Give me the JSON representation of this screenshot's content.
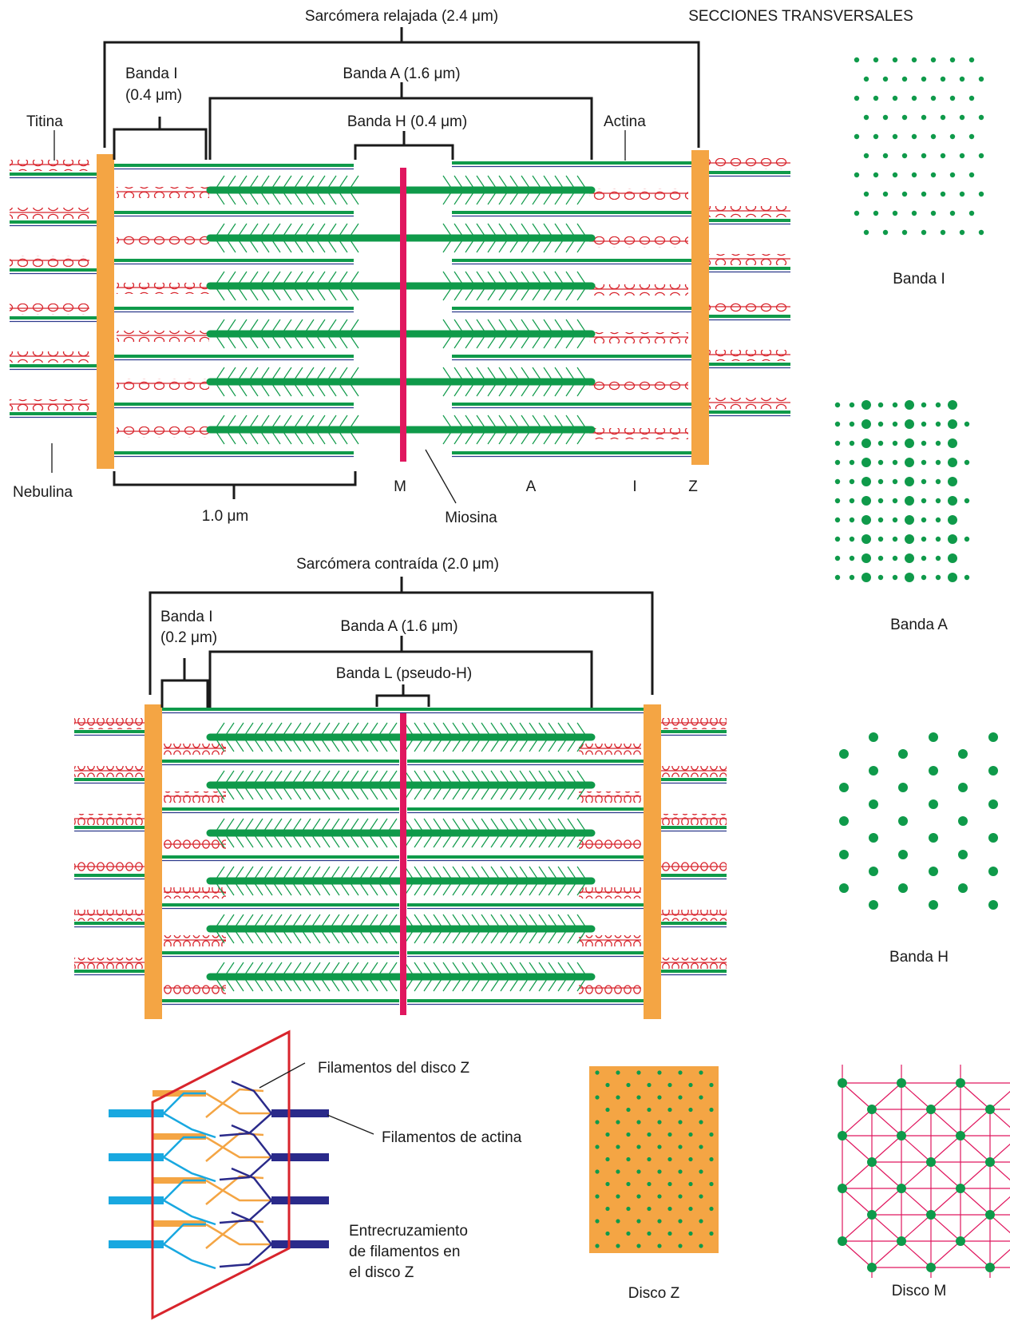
{
  "relaxed": {
    "title": "Sarcómera relajada (2.4 μm)",
    "band_i_line1": "Banda I",
    "band_i_line2": "(0.4 μm)",
    "band_a": "Banda A (1.6 μm)",
    "band_h": "Banda H (0.4 μm)",
    "titin": "Titina",
    "actin": "Actina",
    "nebulin": "Nebulina",
    "one_micron": "1.0 μm",
    "myosin": "Miosina",
    "letter_m": "M",
    "letter_a": "A",
    "letter_i": "I",
    "letter_z": "Z"
  },
  "contracted": {
    "title": "Sarcómera contraída (2.0 μm)",
    "band_i_line1": "Banda I",
    "band_i_line2": "(0.2 μm)",
    "band_a": "Banda A (1.6 μm)",
    "band_l": "Banda L (pseudo-H)"
  },
  "cross_sections": {
    "heading": "SECCIONES TRANSVERSALES",
    "band_i": "Banda I",
    "band_a": "Banda A",
    "band_h": "Banda H",
    "disc_z": "Disco Z",
    "disc_m": "Disco M"
  },
  "zdisc": {
    "z_filaments": "Filamentos del disco Z",
    "actin_filaments": "Filamentos de actina",
    "crosslink_line1": "Entrecruzamiento",
    "crosslink_line2": "de filamentos en",
    "crosslink_line3": "el disco Z"
  },
  "colors": {
    "actin_green": "#0f9a4a",
    "titin_red": "#d8242c",
    "nebulin_blue": "#2d3a8c",
    "z_disc_orange": "#f4a544",
    "m_line_magenta": "#e0175f",
    "light_blue": "#19a8e0",
    "dark_blue": "#2a2a8a"
  }
}
